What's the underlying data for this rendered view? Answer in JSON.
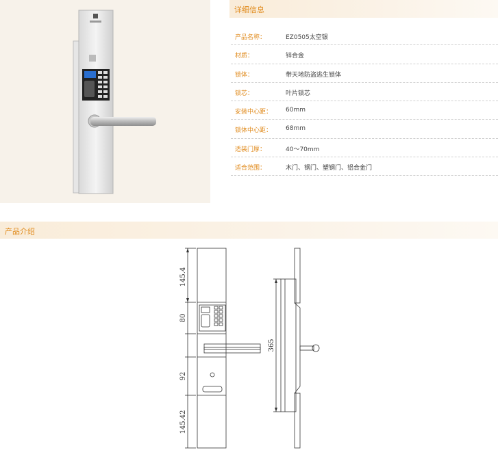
{
  "detail": {
    "title": "详细信息",
    "specs": [
      {
        "label": "产品名称：",
        "value": "EZ0505太空银"
      },
      {
        "label": "材质：",
        "value": "锌合金"
      },
      {
        "label": "锁体：",
        "value": "带天地防盗逃生锁体"
      },
      {
        "label": "锁芯：",
        "value": "叶片锁芯"
      },
      {
        "label": "安装中心距：",
        "value": "60mm"
      },
      {
        "label": "锁体中心距：",
        "value": "68mm"
      },
      {
        "label": "适装门厚：",
        "value": "40～70mm"
      },
      {
        "label": "适合范围：",
        "value": "木门、钢门、塑钢门、铝合金门"
      }
    ]
  },
  "intro": {
    "title": "产品介绍"
  },
  "drawing": {
    "dim_top": "145.4",
    "dim_keypad": "80",
    "dim_lower": "92",
    "dim_bottom": "145.42",
    "dim_side": "365"
  },
  "colors": {
    "accent": "#e08a1b",
    "photo_bg": "#f7f2ea"
  }
}
